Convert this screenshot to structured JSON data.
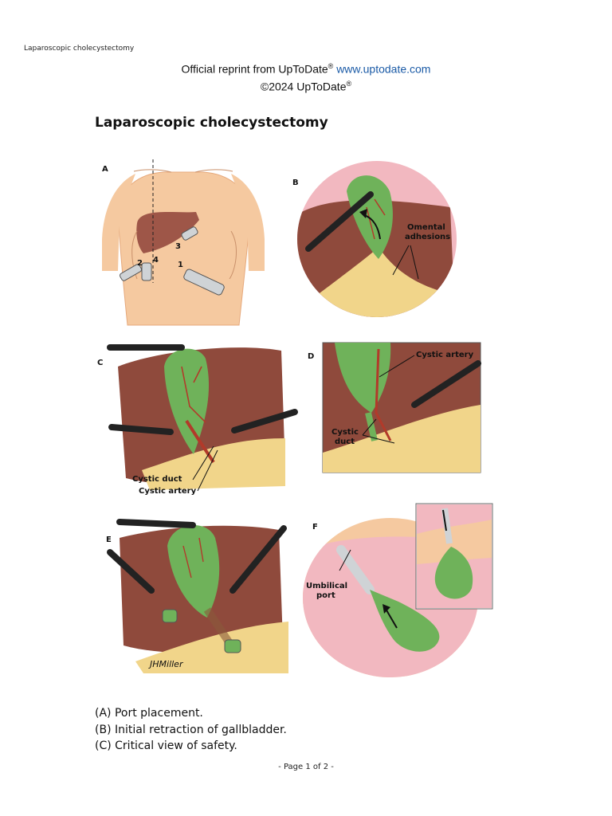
{
  "header": {
    "running_title": "Laparoscopic cholecystectomy",
    "reprint_text": "Official reprint from UpToDate",
    "reprint_sup": "®",
    "reprint_url": "www.uptodate.com",
    "copyright": "©2024 UpToDate",
    "copyright_sup": "®"
  },
  "title": "Laparoscopic cholecystectomy",
  "panels": {
    "a": {
      "letter": "A",
      "ports": [
        "1",
        "2",
        "3",
        "4"
      ]
    },
    "b": {
      "letter": "B",
      "label_line1": "Omental",
      "label_line2": "adhesions"
    },
    "c": {
      "letter": "C",
      "label_duct": "Cystic duct",
      "label_artery": "Cystic artery"
    },
    "d": {
      "letter": "D",
      "label_artery": "Cystic artery",
      "label_duct_line1": "Cystic",
      "label_duct_line2": "duct"
    },
    "e": {
      "letter": "E",
      "signature": "JHMiller"
    },
    "f": {
      "letter": "F",
      "label_line1": "Umbilical",
      "label_line2": "port"
    }
  },
  "captions": [
    "(A) Port placement.",
    "(B) Initial retraction of gallbladder.",
    "(C) Critical view of safety."
  ],
  "footer": {
    "page": "- Page 1 of 2 -"
  },
  "colors": {
    "skin": "#f5c9a0",
    "liver": "#8f4a3c",
    "gallbladder": "#6fb25a",
    "fat": "#f1d58a",
    "peritoneum": "#f2b8c0",
    "artery": "#b23a2a"
  }
}
